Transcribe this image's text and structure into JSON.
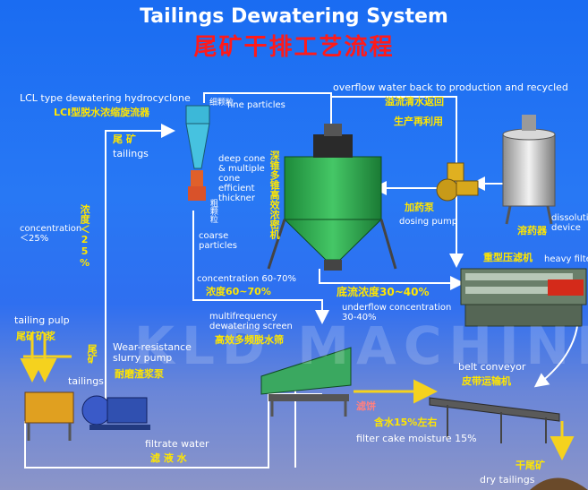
{
  "title_en": "Tailings Dewatering System",
  "title_cn": "尾矿干排工艺流程",
  "labels": {
    "hydrocyclone_en": "LCL type dewatering hydrocyclone",
    "hydrocyclone_cn": "LCI型脱水浓缩旋流器",
    "fine_cn": "细颗粒",
    "fine_en": "fine particles",
    "tailings_cn_top": "尾 矿",
    "tailings_en_top": "tailings",
    "overflow_en": "overflow water back to production and recycled",
    "overflow_cn1": "溢流清水返回",
    "overflow_cn2": "生产再利用",
    "thickener_en": "deep cone & multiple cone efficient thickner",
    "thickener_cn": "深锥多锥高效浓密机",
    "coarse_cn": "粗颗粒",
    "coarse_en": "coarse particles",
    "conc_left_en": "concentration ＜25%",
    "conc_left_cn": "浓度＜25%",
    "dosing_cn": "加药泵",
    "dosing_en": "dosing pump",
    "dissolution_cn": "溶药器",
    "dissolution_en": "dissolution device",
    "filter_cn": "重型压滤机",
    "filter_en": "heavy filter",
    "conc_mid_en": "concentration 60-70%",
    "conc_mid_cn": "浓度60~70%",
    "underflow_cn": "底流浓度30~40%",
    "underflow_en": "underflow concentration 30-40%",
    "tailing_pulp_en": "tailing pulp",
    "tailing_pulp_cn": "尾矿矿浆",
    "screen_en": "multifrequency dewatering screen",
    "screen_cn": "高效多频脱水筛",
    "slurry_en": "Wear-resistance slurry pump",
    "slurry_cn": "耐磨渣浆泵",
    "tailings_cn_mid": "尾矿",
    "tailings_en_mid": "tailings",
    "belt_en": "belt conveyor",
    "belt_cn": "皮带运输机",
    "cake_cn1": "滤饼",
    "cake_cn2": "含水15%左右",
    "cake_en": "filter cake moisture 15%",
    "filtrate_en": "filtrate water",
    "filtrate_cn": "滤 液 水",
    "dry_cn": "干尾矿",
    "dry_en": "dry tailings",
    "watermark": "KLD MACHINERY"
  },
  "colors": {
    "arrow_white": "#ffffff",
    "arrow_yellow": "#f5d21e",
    "thickener_green": "#2fa84a",
    "title_red": "#ff1a1a",
    "text_yellow": "#ffe600"
  }
}
